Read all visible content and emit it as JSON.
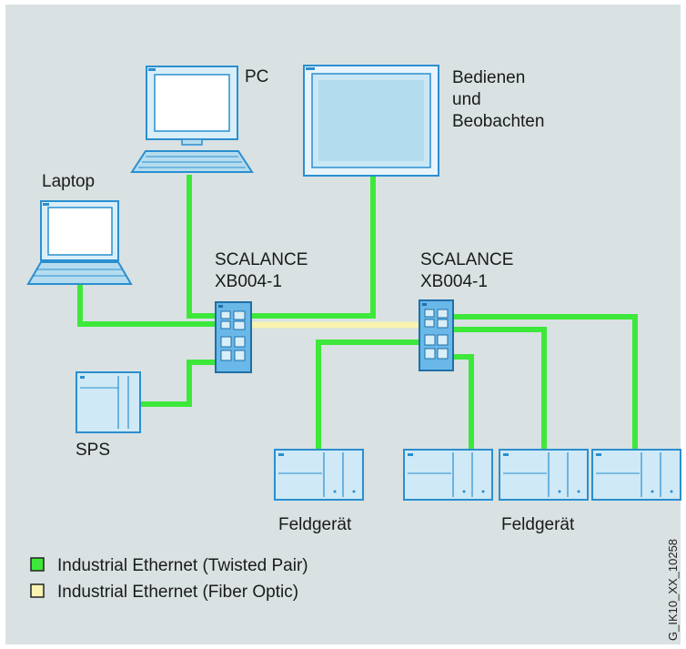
{
  "colors": {
    "background": "#d9e1e2",
    "twisted_pair": "#3ee83a",
    "fiber_optic": "#f8f3b0",
    "device_blue": "#b5dcee",
    "device_outline": "#2a8fd0",
    "switch_blue": "#6ab8e8"
  },
  "devices": {
    "pc": "PC",
    "hmi_line1": "Bedienen",
    "hmi_line2": "und",
    "hmi_line3": "Beobachten",
    "laptop": "Laptop",
    "switch1_line1": "SCALANCE",
    "switch1_line2": "XB004-1",
    "switch2_line1": "SCALANCE",
    "switch2_line2": "XB004-1",
    "plc": "SPS",
    "field_device_left": "Feldgerät",
    "field_device_right": "Feldgerät"
  },
  "legend": {
    "twisted_pair": "Industrial Ethernet (Twisted Pair)",
    "fiber_optic": "Industrial Ethernet (Fiber Optic)"
  },
  "document_id": "G_IK10_XX_10258"
}
